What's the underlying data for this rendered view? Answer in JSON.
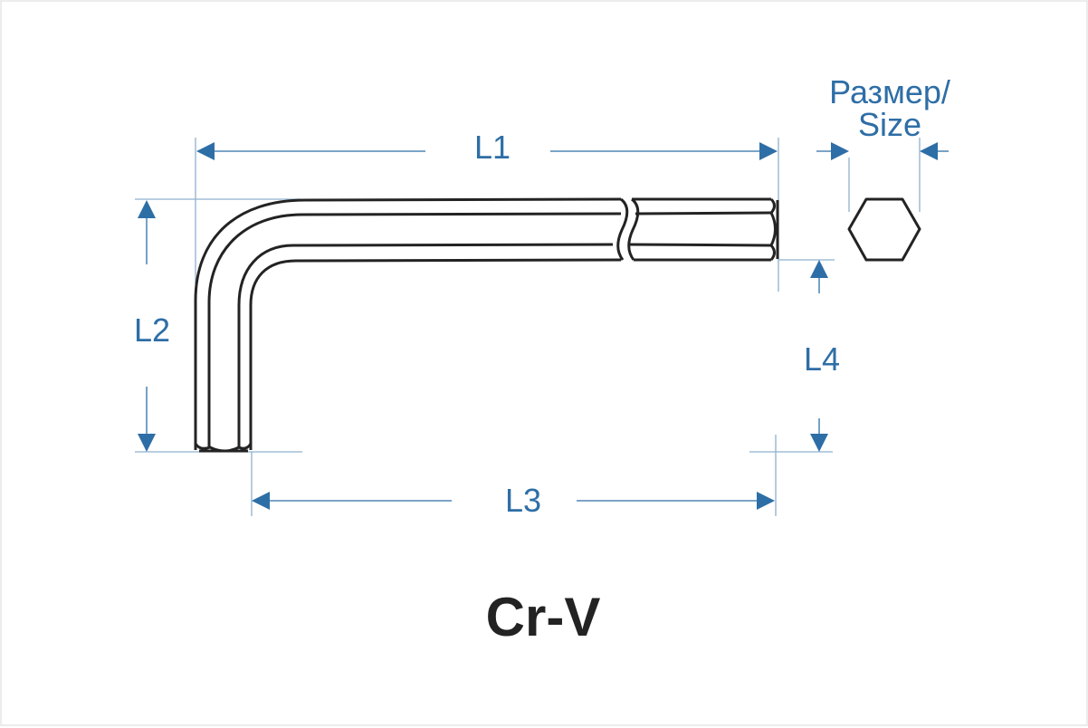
{
  "labels": {
    "l1": "L1",
    "l2": "L2",
    "l3": "L3",
    "l4": "L4",
    "size_line1": "Размер/",
    "size_line2": "Size"
  },
  "material": "Cr-V",
  "colors": {
    "dimension": "#2e6ea6",
    "outline": "#232323"
  }
}
